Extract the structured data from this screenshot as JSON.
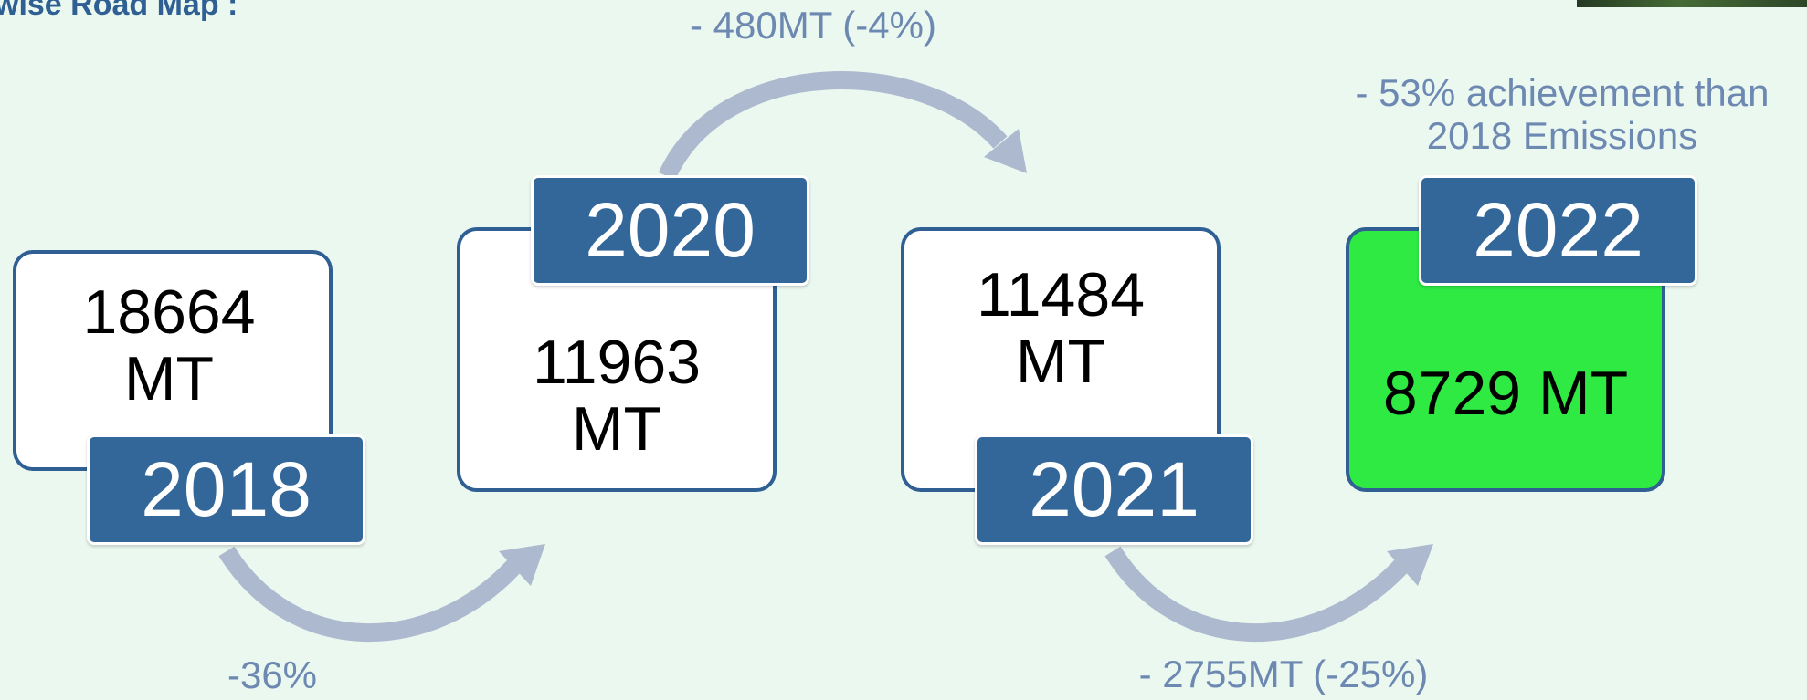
{
  "page_title": "wise Road Map :",
  "milestones": [
    {
      "year": "2018",
      "value": "18664\n MT",
      "fill": "#ffffff"
    },
    {
      "year": "2020",
      "value": "11963\n MT",
      "fill": "#ffffff"
    },
    {
      "year": "2021",
      "value": "11484\n MT",
      "fill": "#ffffff"
    },
    {
      "year": "2022",
      "value": "8729 MT",
      "fill": "#2eea43"
    }
  ],
  "connectors": [
    {
      "label": "-36%"
    },
    {
      "label": "- 480MT (-4%)"
    },
    {
      "label": "- 2755MT (-25%)"
    },
    {
      "label": "- 53% achievement than\n2018 Emissions"
    }
  ],
  "colors": {
    "heading": "#2f5f93",
    "tab": "#346799",
    "arrow": "#adb9cf",
    "connector_text": "#6d89b2",
    "background": "#eaf8f0"
  }
}
